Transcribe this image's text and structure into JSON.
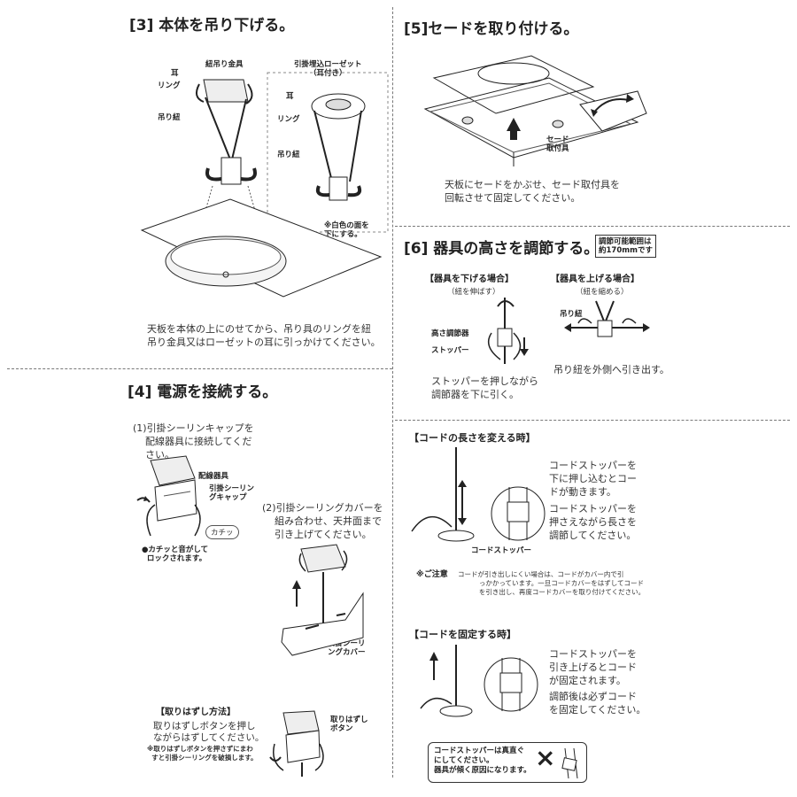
{
  "s3": {
    "title": "[3] 本体を吊り下げる。",
    "label_hanger": "紐吊り金具",
    "label_ear": "耳",
    "label_ring": "リング",
    "label_string": "吊り紐",
    "label_rosette": "引掛埋込ローゼット\n（耳付き）",
    "label_ear2": "耳",
    "label_ring2": "リング",
    "label_string2": "吊り紐",
    "label_white": "※白色の面を\n下にする。",
    "caption": "天板を本体の上にのせてから、吊り具のリングを紐\n吊り金具又はローゼットの耳に引っかけてください。"
  },
  "s4": {
    "title": "[4] 電源を接続する。",
    "step1": "(1)引掛シーリンキャップを\n    配線器具に接続してくだ\n    さい。",
    "label_wiring": "配線器具",
    "label_cap": "引掛シーリン\nグキャップ",
    "label_click": "カチッ",
    "lock_note": "●カチッと音がして\n  ロックされます。",
    "step2": "(2)引掛シーリングカバーを\n    組み合わせ、天井面まで\n    引き上げてください。",
    "label_cover": "引掛シーリ\nングカバー",
    "remove_title": "【取りはずし方法】",
    "remove_text": "取りはずしボタンを押し\nながらはずしてください。",
    "remove_warn": "※取りはずしボタンを押さずにまわ\n  すと引掛シーリングを破損します。",
    "label_button": "取りはずし\nボタン"
  },
  "s5": {
    "title": "[5]セードを取り付ける。",
    "label_fixture": "セード\n取付具",
    "caption": "天板にセードをかぶせ、セード取付具を\n回転させて固定してください。"
  },
  "s6": {
    "title": "[6] 器具の高さを調節する。",
    "range_tag": "調節可能範囲は\n約170mmです",
    "lower_title": "【器具を下げる場合】",
    "lower_sub": "（紐を伸ばす）",
    "raise_title": "【器具を上げる場合】",
    "raise_sub": "（紐を縮める）",
    "label_adjuster": "高さ調節器",
    "label_stopper": "ストッパー",
    "label_string": "吊り紐",
    "lower_caption": "ストッパーを押しながら\n調節器を下に引く。",
    "raise_caption": "吊り紐を外側へ引き出す。"
  },
  "cord_len": {
    "title": "【コードの長さを変える時】",
    "text1": "コードストッパーを\n下に押し込むとコー\nドが動きます。",
    "text2": "コードストッパーを\n押さえながら長さを\n調節してください。",
    "label_stopper": "コードストッパー",
    "caution_head": "※ご注意",
    "caution_text": "コードが引き出しにくい場合は、コードがカバー内で引\n          っかかっています。一旦コードカバーをはずしてコード\n          を引き出し、再度コードカバーを取り付けてください。"
  },
  "cord_fix": {
    "title": "【コードを固定する時】",
    "text1": "コードストッパーを\n引き上げるとコード\nが固定されます。",
    "text2": "調節後は必ずコード\nを固定してください。",
    "warn_box": "コードストッパーは真直ぐ\nにしてください。\n器具が傾く原因になります。",
    "warn_mark": "×"
  }
}
